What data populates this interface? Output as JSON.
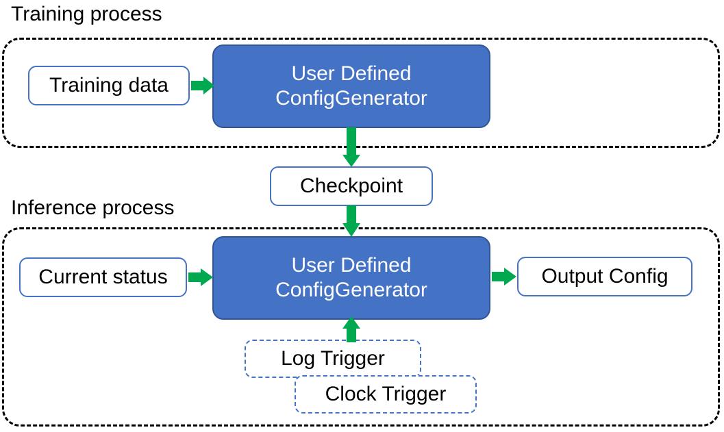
{
  "diagram": {
    "title_training": "Training process",
    "title_inference": "Inference process",
    "colors": {
      "accent_blue_fill": "#4472C4",
      "accent_blue_border": "#4472C4",
      "blue_box_stroke": "#2F5597",
      "arrow_green": "#00A94F",
      "container_dash": "#000000",
      "text_dark": "#000000",
      "text_light": "#FFFFFF",
      "background": "#FFFFFF"
    }
  },
  "training": {
    "caption": "Training process",
    "nodes": {
      "training_data": "Training data",
      "generator_line1": "User Defined",
      "generator_line2": "ConfigGenerator"
    }
  },
  "checkpoint": {
    "label": "Checkpoint"
  },
  "inference": {
    "caption": "Inference process",
    "nodes": {
      "current_status": "Current status",
      "generator_line1": "User Defined",
      "generator_line2": "ConfigGenerator",
      "output_config": "Output Config",
      "log_trigger": "Log Trigger",
      "clock_trigger": "Clock Trigger"
    }
  },
  "arrows": [
    {
      "name": "training-data-to-generator",
      "from": "Training data",
      "to": "User Defined ConfigGenerator",
      "direction": "right"
    },
    {
      "name": "generator-to-checkpoint",
      "from": "User Defined ConfigGenerator",
      "to": "Checkpoint",
      "direction": "down"
    },
    {
      "name": "checkpoint-to-inference-generator",
      "from": "Checkpoint",
      "to": "User Defined ConfigGenerator",
      "direction": "down"
    },
    {
      "name": "current-status-to-generator",
      "from": "Current status",
      "to": "User Defined ConfigGenerator",
      "direction": "right"
    },
    {
      "name": "generator-to-output-config",
      "from": "User Defined ConfigGenerator",
      "to": "Output Config",
      "direction": "right"
    },
    {
      "name": "triggers-to-generator",
      "from": "Log Trigger / Clock Trigger",
      "to": "User Defined ConfigGenerator",
      "direction": "up"
    }
  ]
}
